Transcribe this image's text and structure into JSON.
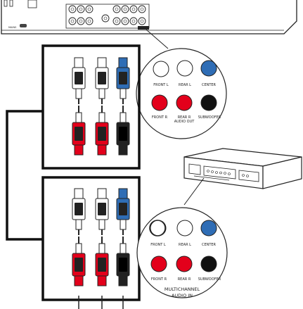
{
  "connectors_top": {
    "front_l": "FRONT L",
    "rear_l": "REAR L",
    "center": "CENTER",
    "front_r": "FRONT R",
    "rear_r_line1": "REAR R",
    "rear_r_line2": "AUDIO OUT",
    "subwoofer": "SUBWOOFER"
  },
  "connectors_bottom": {
    "front_l": "FRONT L",
    "rear_l": "REAR L",
    "center": "CENTER",
    "front_r": "FRONT R",
    "rear_r": "REAR R",
    "subwoofer": "SUBWOOFER"
  },
  "receiver_caption": {
    "line1": "MULTICHANNEL",
    "line2": "AUDIO IN"
  },
  "colors": {
    "white_jack": "#ffffff",
    "red_jack": "#e3001b",
    "blue_jack": "#2f6db5",
    "black_jack": "#111111"
  }
}
